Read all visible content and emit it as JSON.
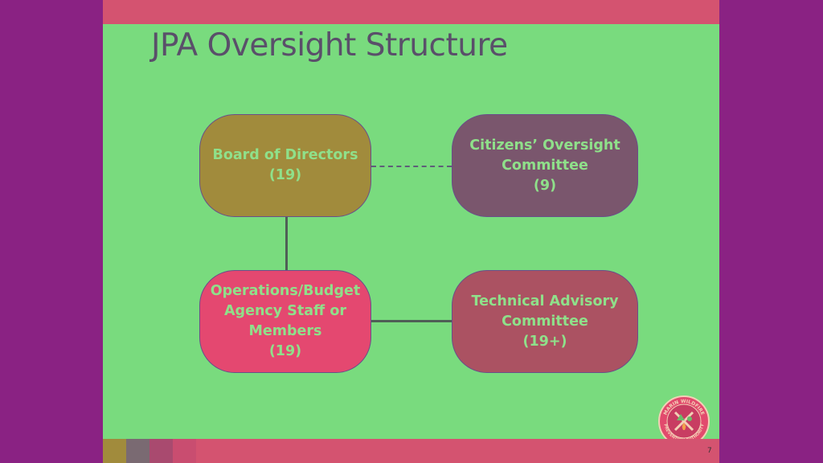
{
  "slide": {
    "title": "JPA Oversight Structure",
    "page_number": "7"
  },
  "diagram": {
    "nodes": {
      "board": {
        "lines": [
          "Board of Directors",
          "(19)"
        ]
      },
      "citizens": {
        "lines": [
          "Citizens’ Oversight",
          "Committee",
          "(9)"
        ]
      },
      "operations": {
        "lines": [
          "Operations/Budget",
          "Agency Staff or",
          "Members",
          "(19)"
        ]
      },
      "technical": {
        "lines": [
          "Technical Advisory",
          "Committee",
          "(19+)"
        ]
      }
    },
    "edges": [
      {
        "from": "board",
        "to": "citizens",
        "style": "dashed"
      },
      {
        "from": "board",
        "to": "operations",
        "style": "solid"
      },
      {
        "from": "operations",
        "to": "technical",
        "style": "solid"
      }
    ]
  },
  "logo": {
    "icon": "wildfire-prevention-authority-seal-icon",
    "text": "MARIN WILDFIRE PREVENTION AUTHORITY"
  },
  "colors": {
    "background": "#79db7e",
    "board": "#a18b3c",
    "citizens": "#7a566d",
    "operations": "#e44870",
    "technical": "#ab5262",
    "node_text": "#8fe08a",
    "title": "#5a4f6a",
    "band": "#d45370"
  }
}
